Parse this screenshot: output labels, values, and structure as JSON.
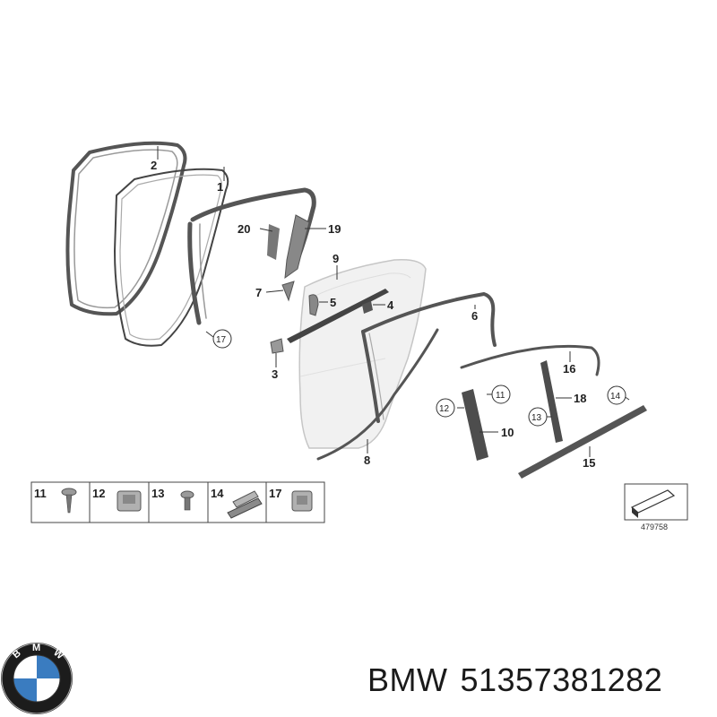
{
  "diagram": {
    "callouts": [
      {
        "id": "c1",
        "label": "1"
      },
      {
        "id": "c2",
        "label": "2"
      },
      {
        "id": "c3",
        "label": "3"
      },
      {
        "id": "c4",
        "label": "4"
      },
      {
        "id": "c5",
        "label": "5"
      },
      {
        "id": "c6",
        "label": "6"
      },
      {
        "id": "c7",
        "label": "7"
      },
      {
        "id": "c8",
        "label": "8"
      },
      {
        "id": "c9",
        "label": "9"
      },
      {
        "id": "c10",
        "label": "10"
      },
      {
        "id": "c11",
        "label": "11"
      },
      {
        "id": "c12",
        "label": "12"
      },
      {
        "id": "c13",
        "label": "13"
      },
      {
        "id": "c14",
        "label": "14"
      },
      {
        "id": "c15",
        "label": "15"
      },
      {
        "id": "c16",
        "label": "16"
      },
      {
        "id": "c17",
        "label": "17"
      },
      {
        "id": "c18",
        "label": "18"
      },
      {
        "id": "c19",
        "label": "19"
      },
      {
        "id": "c20",
        "label": "20"
      }
    ],
    "legend_items": [
      "11",
      "12",
      "13",
      "14",
      "17"
    ],
    "document_number": "479758"
  },
  "caption": {
    "brand": "BMW",
    "part_number": "51357381282"
  },
  "colors": {
    "line": "#333333",
    "seal_dark": "#5a5a5a",
    "seal_light": "#bdbdbd",
    "door_panel": "#f1f1f1"
  },
  "icons": [
    "bmw-logo-icon",
    "screw-icon",
    "clip-nut-icon",
    "short-screw-icon",
    "edge-clip-icon",
    "expanding-nut-icon",
    "document-arrow-icon"
  ]
}
